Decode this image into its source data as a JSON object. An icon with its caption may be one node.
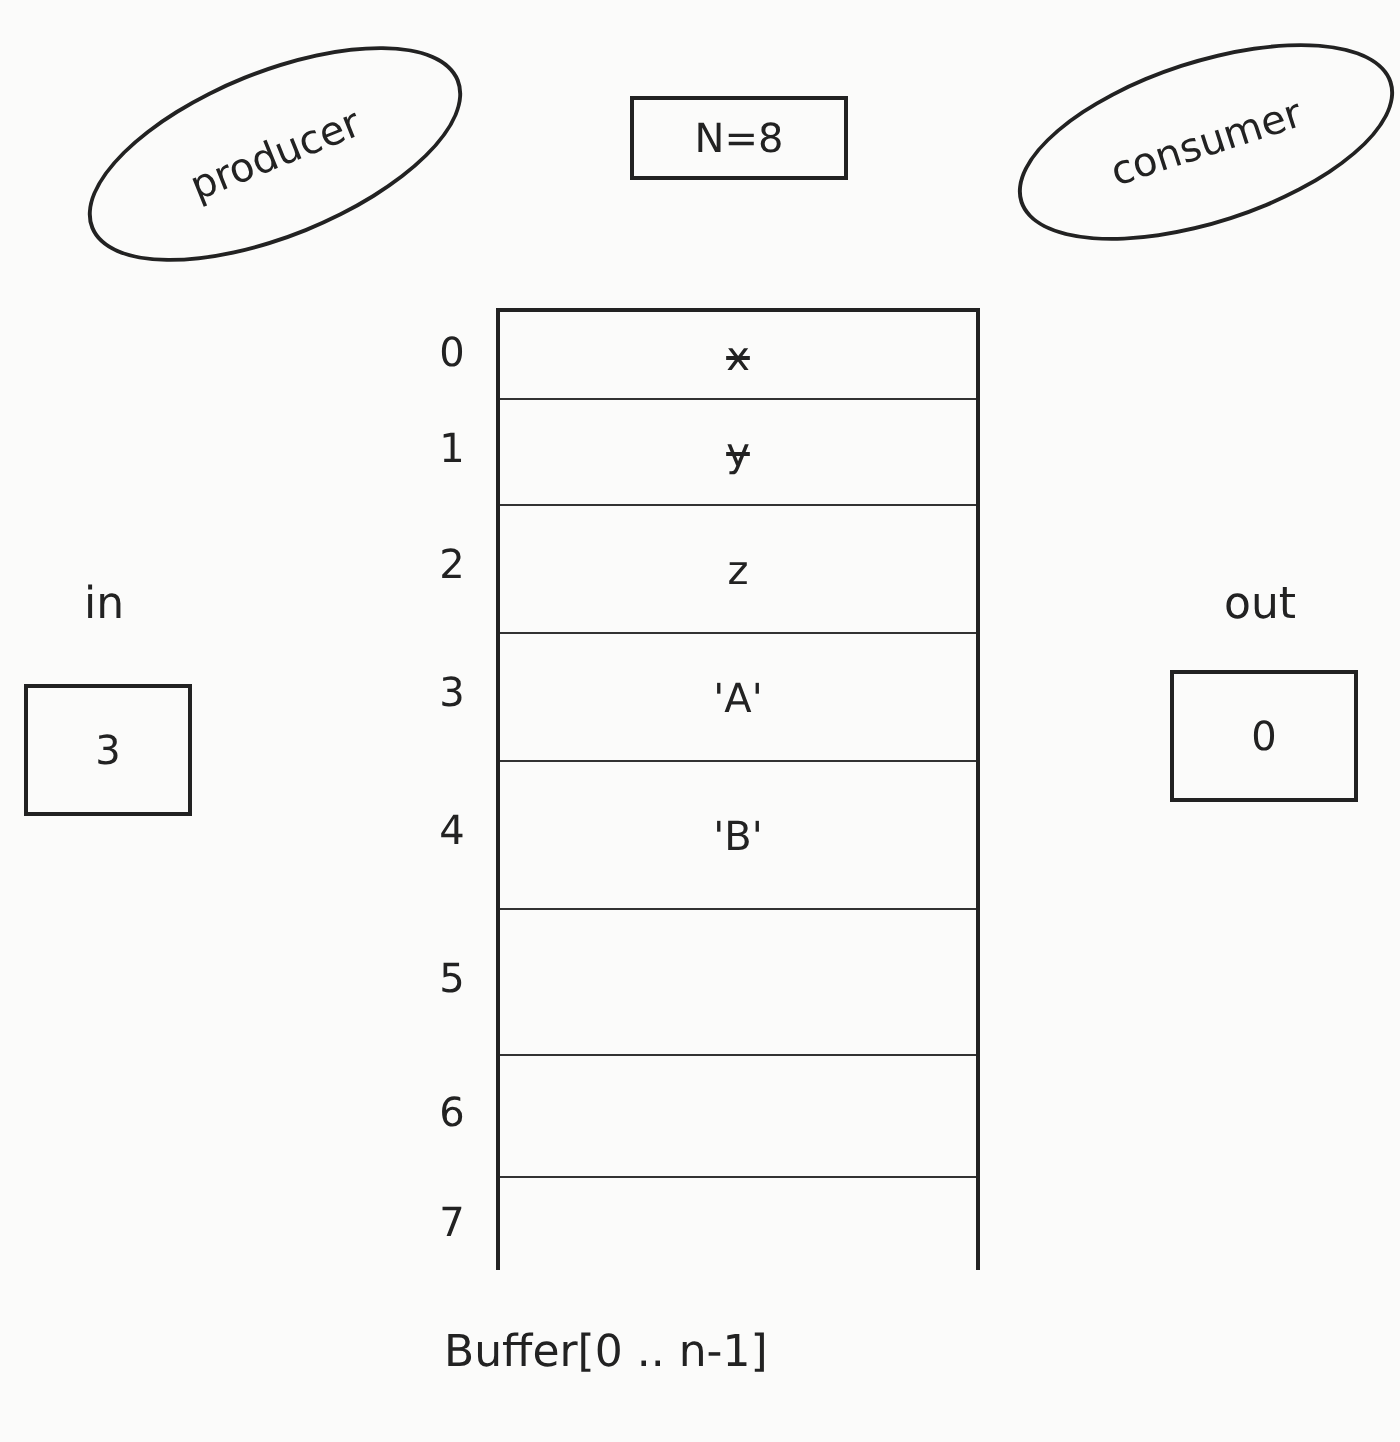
{
  "diagram": {
    "nodes": [
      {
        "text": [
          "producer"
        ]
      },
      {
        "text": [
          "N=8"
        ]
      },
      {
        "text": [
          "consumer"
        ]
      },
      {
        "text": [
          "in",
          "3"
        ]
      },
      {
        "text": [
          "Buffer[0 .. n-1]"
        ]
      },
      {
        "text": [
          "x"
        ],
        "in": 4
      },
      {
        "text": [
          "y"
        ],
        "in": 4
      },
      {
        "text": [
          "z"
        ],
        "in": 4
      },
      {
        "text": [
          "'A'"
        ],
        "in": 4
      },
      {
        "text": [
          "'B'"
        ],
        "in": 4
      },
      {
        "text": [],
        "shape": "box",
        "in": 4
      },
      {
        "text": [],
        "shape": "box",
        "in": 4
      },
      {
        "text": [],
        "shape": "box",
        "in": 4
      },
      {
        "text": [
          "out",
          "0"
        ]
      }
    ],
    "labels": [
      "0",
      "1",
      "2",
      "3",
      "4",
      "5",
      "6",
      "7"
    ]
  }
}
